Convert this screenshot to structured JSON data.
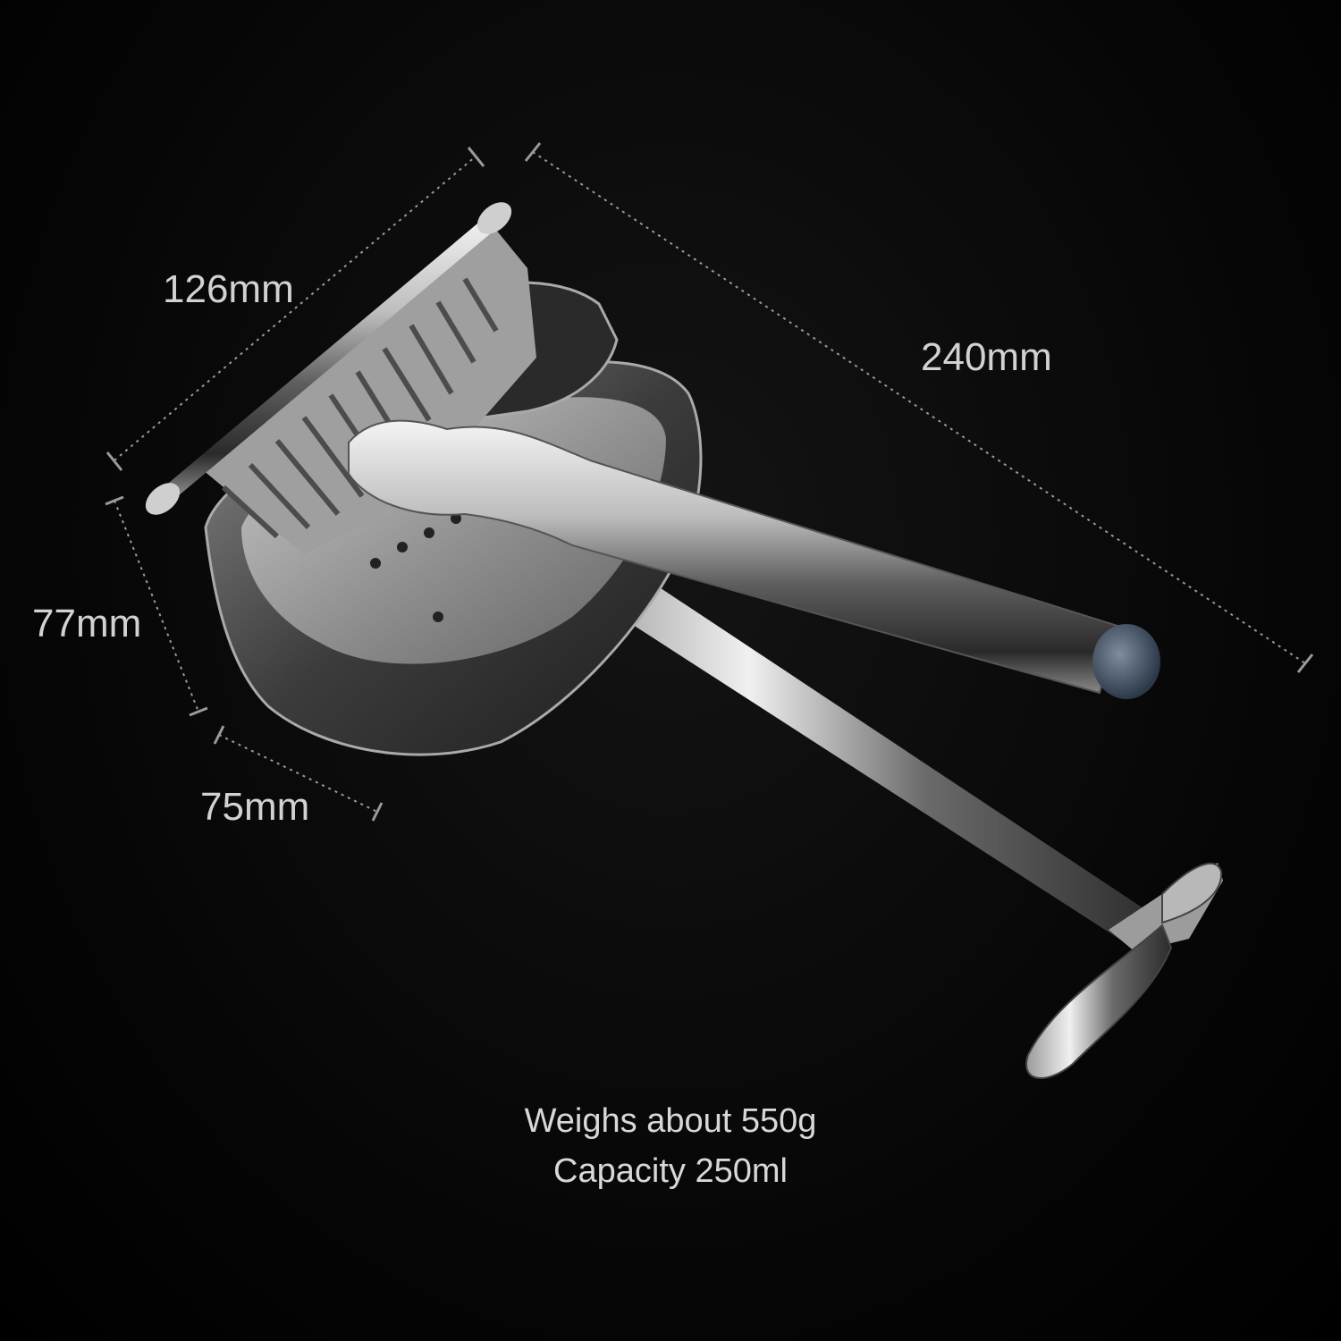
{
  "dimensions": {
    "width_label": "126mm",
    "length_label": "240mm",
    "height_label": "77mm",
    "depth_label": "75mm"
  },
  "caption": {
    "weight": "Weighs about 550g",
    "capacity": "Capacity 250ml"
  },
  "colors": {
    "background": "#000000",
    "metal_light": "#e8e8e8",
    "metal_dark": "#3a3a3a",
    "handle_cap": "#4a5a6e",
    "text": "#d2d2d2"
  }
}
